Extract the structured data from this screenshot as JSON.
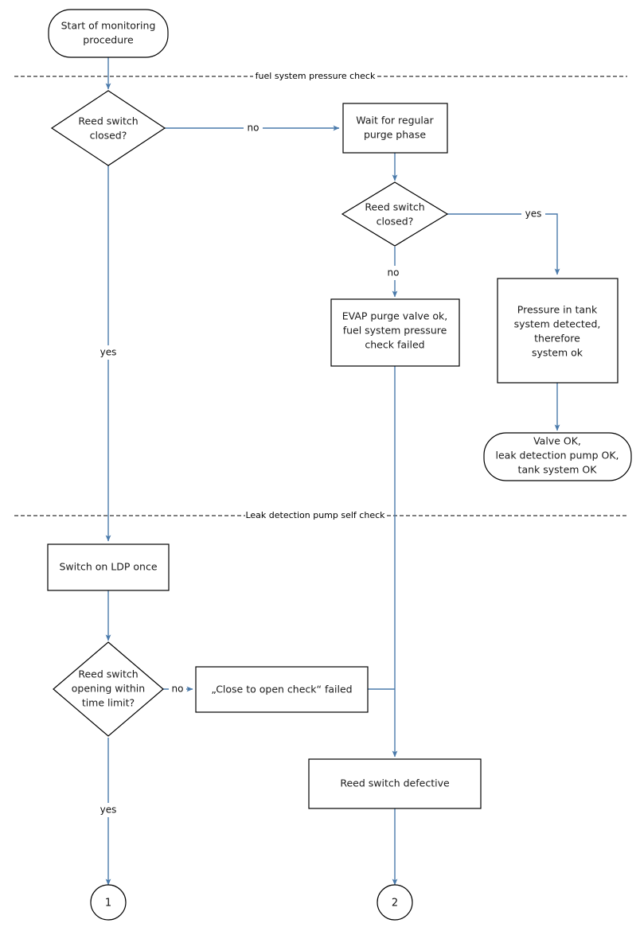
{
  "diagram": {
    "title": "Leak detection pump monitoring procedure flowchart",
    "accent_color": "#4a7aab",
    "outline_color": "#000000",
    "background_color": "#ffffff"
  },
  "sections": [
    {
      "id": "fuel-system-pressure-check",
      "label": "fuel system pressure check"
    },
    {
      "id": "leak-detection-pump-self-check",
      "label": "Leak detection pump self check"
    }
  ],
  "nodes": {
    "start": {
      "label": "Start of monitoring procedure",
      "lines": [
        "Start of monitoring",
        "procedure"
      ],
      "shape": "terminator"
    },
    "reed_switch_closed_1": {
      "label": "Reed switch closed?",
      "lines": [
        "Reed switch",
        "closed?"
      ],
      "shape": "decision"
    },
    "wait_purge": {
      "label": "Wait for regular purge phase",
      "lines": [
        "Wait for regular",
        "purge phase"
      ],
      "shape": "process"
    },
    "reed_switch_closed_2": {
      "label": "Reed switch closed?",
      "lines": [
        "Reed switch",
        "closed?"
      ],
      "shape": "decision"
    },
    "evap_purge_ok": {
      "label": "EVAP purge valve ok, fuel system pressure check failed",
      "lines": [
        "EVAP purge valve ok,",
        "fuel system pressure",
        "check failed"
      ],
      "shape": "process"
    },
    "pressure_detected": {
      "label": "Pressure in tank system detected, therefore system ok",
      "lines": [
        "Pressure in tank",
        "system detected,",
        "therefore",
        "system ok"
      ],
      "shape": "process"
    },
    "all_ok": {
      "label": "Valve OK, leak detection pump OK, tank system OK",
      "lines": [
        "Valve OK,",
        "leak detection pump OK,",
        "tank system OK"
      ],
      "shape": "terminator"
    },
    "switch_on_ldp": {
      "label": "Switch on LDP once",
      "lines": [
        "Switch on LDP once"
      ],
      "shape": "process"
    },
    "reed_switch_opening": {
      "label": "Reed switch opening within time limit?",
      "lines": [
        "Reed switch",
        "opening within",
        "time limit?"
      ],
      "shape": "decision"
    },
    "close_to_open_failed": {
      "label": "„Close to open check“ failed",
      "lines": [
        "„Close to open check“ failed"
      ],
      "shape": "process"
    },
    "reed_switch_defective": {
      "label": "Reed switch defective",
      "lines": [
        "Reed switch defective"
      ],
      "shape": "process"
    },
    "connector_1": {
      "label": "1",
      "shape": "connector"
    },
    "connector_2": {
      "label": "2",
      "shape": "connector"
    }
  },
  "edges": [
    {
      "id": "start-to-reed1",
      "from": "start",
      "to": "reed_switch_closed_1",
      "label": ""
    },
    {
      "id": "reed1-no-to-wait",
      "from": "reed_switch_closed_1",
      "to": "wait_purge",
      "label": "no"
    },
    {
      "id": "reed1-yes-to-ldp",
      "from": "reed_switch_closed_1",
      "to": "switch_on_ldp",
      "label": "yes"
    },
    {
      "id": "wait-to-reed2",
      "from": "wait_purge",
      "to": "reed_switch_closed_2",
      "label": ""
    },
    {
      "id": "reed2-no-to-evap",
      "from": "reed_switch_closed_2",
      "to": "evap_purge_ok",
      "label": "no"
    },
    {
      "id": "reed2-yes-to-pressure",
      "from": "reed_switch_closed_2",
      "to": "pressure_detected",
      "label": "yes"
    },
    {
      "id": "pressure-to-allok",
      "from": "pressure_detected",
      "to": "all_ok",
      "label": ""
    },
    {
      "id": "evap-to-defective",
      "from": "evap_purge_ok",
      "to": "reed_switch_defective",
      "label": ""
    },
    {
      "id": "ldp-to-reedopening",
      "from": "switch_on_ldp",
      "to": "reed_switch_opening",
      "label": ""
    },
    {
      "id": "reedopening-no-to-close",
      "from": "reed_switch_opening",
      "to": "close_to_open_failed",
      "label": "no"
    },
    {
      "id": "reedopening-yes-to-conn1",
      "from": "reed_switch_opening",
      "to": "connector_1",
      "label": "yes"
    },
    {
      "id": "close-to-defective",
      "from": "close_to_open_failed",
      "to": "reed_switch_defective",
      "label": ""
    },
    {
      "id": "defective-to-conn2",
      "from": "reed_switch_defective",
      "to": "connector_2",
      "label": ""
    }
  ]
}
